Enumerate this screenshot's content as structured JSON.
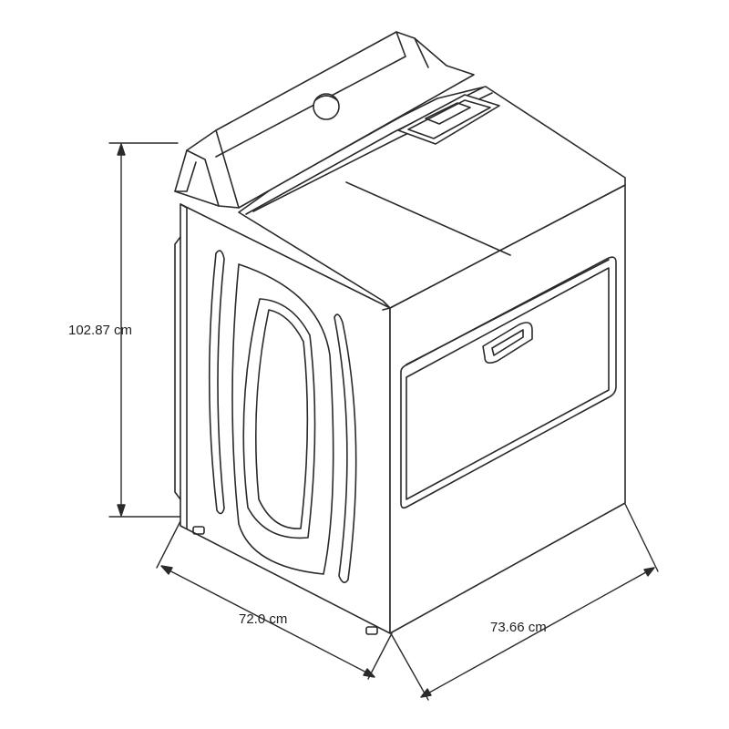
{
  "dimensions": {
    "height": "102.87 cm",
    "width": "72.0 cm",
    "depth": "73.66 cm"
  },
  "colors": {
    "line": "#2a2a2a",
    "panel": "#f4f4f4",
    "background": "#ffffff"
  }
}
